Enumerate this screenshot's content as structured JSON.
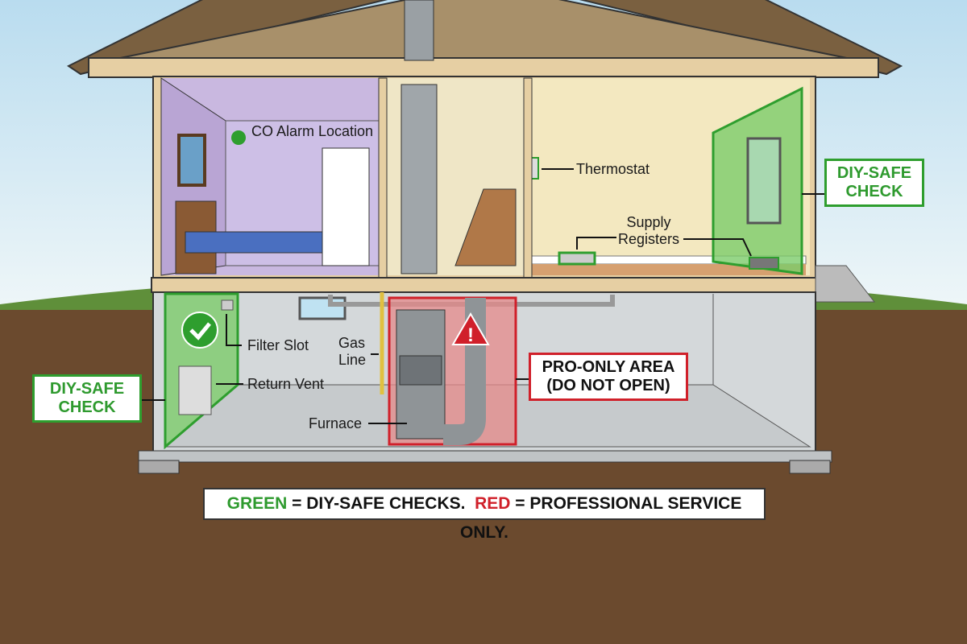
{
  "labels": {
    "co_alarm": "CO Alarm Location",
    "thermostat": "Thermostat",
    "supply_registers": "Supply Registers",
    "filter_slot": "Filter Slot",
    "return_vent": "Return Vent",
    "gas_line": "Gas Line",
    "furnace": "Furnace"
  },
  "callouts": {
    "diy_upper": {
      "line1": "DIY-SAFE",
      "line2": "CHECK"
    },
    "diy_lower": {
      "line1": "DIY-SAFE",
      "line2": "CHECK"
    },
    "pro_only": {
      "line1": "PRO-ONLY AREA",
      "line2": "(DO NOT OPEN)"
    }
  },
  "legend": {
    "green_word": "GREEN",
    "green_text": " = DIY-SAFE CHECKS.  ",
    "red_word": "RED",
    "red_text": " = PROFESSIONAL SERVICE ONLY."
  },
  "colors": {
    "diy_green": "#2e9e2e",
    "pro_red": "#d0202a",
    "ground": "#6b4a2e",
    "bedroom_wall": "#c9b8e0",
    "living_wall": "#f3e8c0",
    "basement": "#d4d8da"
  },
  "icons": [
    "check-circle-icon",
    "warning-triangle-icon",
    "co-alarm-icon",
    "arrow-icon"
  ]
}
